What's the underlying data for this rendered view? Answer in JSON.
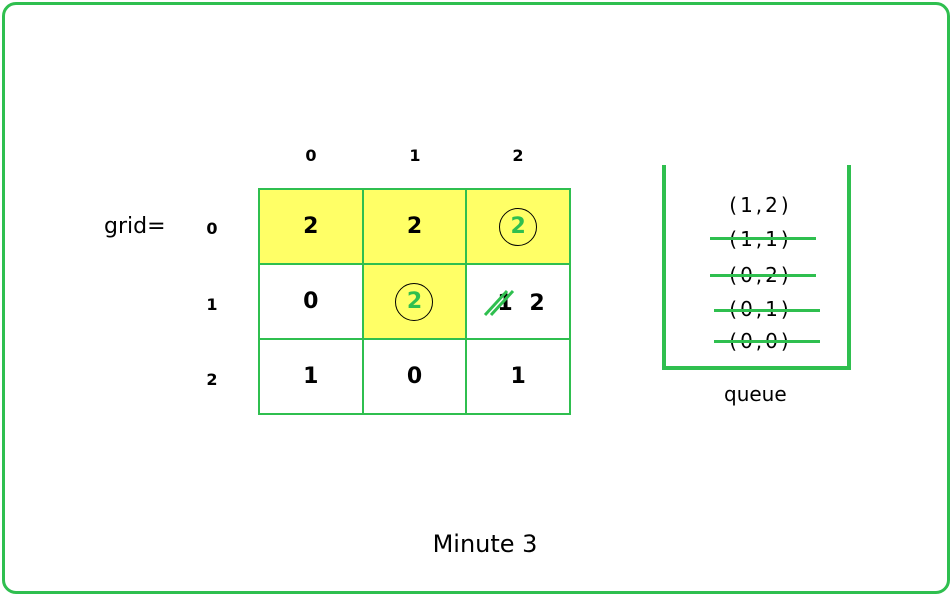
{
  "grid_label": "grid=",
  "col_indices": [
    "0",
    "1",
    "2"
  ],
  "row_indices": [
    "0",
    "1",
    "2"
  ],
  "cells": [
    [
      {
        "value": "2",
        "rotten": true,
        "circled": false
      },
      {
        "value": "2",
        "rotten": true,
        "circled": false
      },
      {
        "value": "2",
        "rotten": true,
        "circled": true
      }
    ],
    [
      {
        "value": "0",
        "rotten": false,
        "circled": false
      },
      {
        "value": "2",
        "rotten": true,
        "circled": true
      },
      {
        "old_value": "1",
        "new_value": "2",
        "changed": true
      }
    ],
    [
      {
        "value": "1",
        "rotten": false,
        "circled": false
      },
      {
        "value": "0",
        "rotten": false,
        "circled": false
      },
      {
        "value": "1",
        "rotten": false,
        "circled": false
      }
    ]
  ],
  "queue": {
    "label": "queue",
    "items": [
      {
        "text": "(1,2)",
        "struck": false
      },
      {
        "text": "(1,1)",
        "struck": true
      },
      {
        "text": "(0,2)",
        "struck": true
      },
      {
        "text": "(0,1)",
        "struck": true
      },
      {
        "text": "(0,0)",
        "struck": true
      }
    ]
  },
  "caption": "Minute 3",
  "colors": {
    "accent": "#2fbf4f",
    "rotten_fill": "#ffff66"
  }
}
